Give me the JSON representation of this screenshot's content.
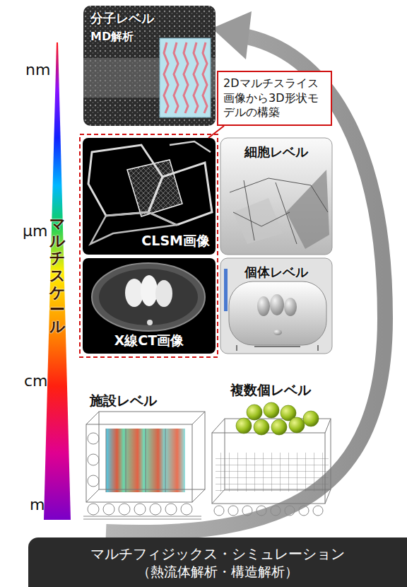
{
  "diagram": {
    "nodes": [
      {
        "text": [
          "マルチスケール"
        ]
      },
      {
        "text": [
          "分子レベル",
          "MD解析"
        ]
      },
      {
        "text": [
          "2Dマルチスライス画像から3D形状モデルの構築"
        ]
      },
      {
        "text": [
          "CLSM画像"
        ]
      },
      {
        "text": [
          "細胞レベル"
        ]
      },
      {
        "text": [
          "X線CT画像"
        ]
      },
      {
        "text": [
          "個体レベル"
        ]
      },
      {
        "text": [
          "施設レベル"
        ]
      },
      {
        "text": [
          "複数個レベル"
        ]
      },
      {
        "text": [
          "マルチフィジックス・シミュレーション",
          "（熱流体解析・構造解析）"
        ]
      }
    ],
    "edges": [
      {
        "from": 2,
        "to": 3,
        "arrow": "none"
      }
    ],
    "labels": [
      "nm",
      "μm",
      "cm",
      "m"
    ]
  }
}
